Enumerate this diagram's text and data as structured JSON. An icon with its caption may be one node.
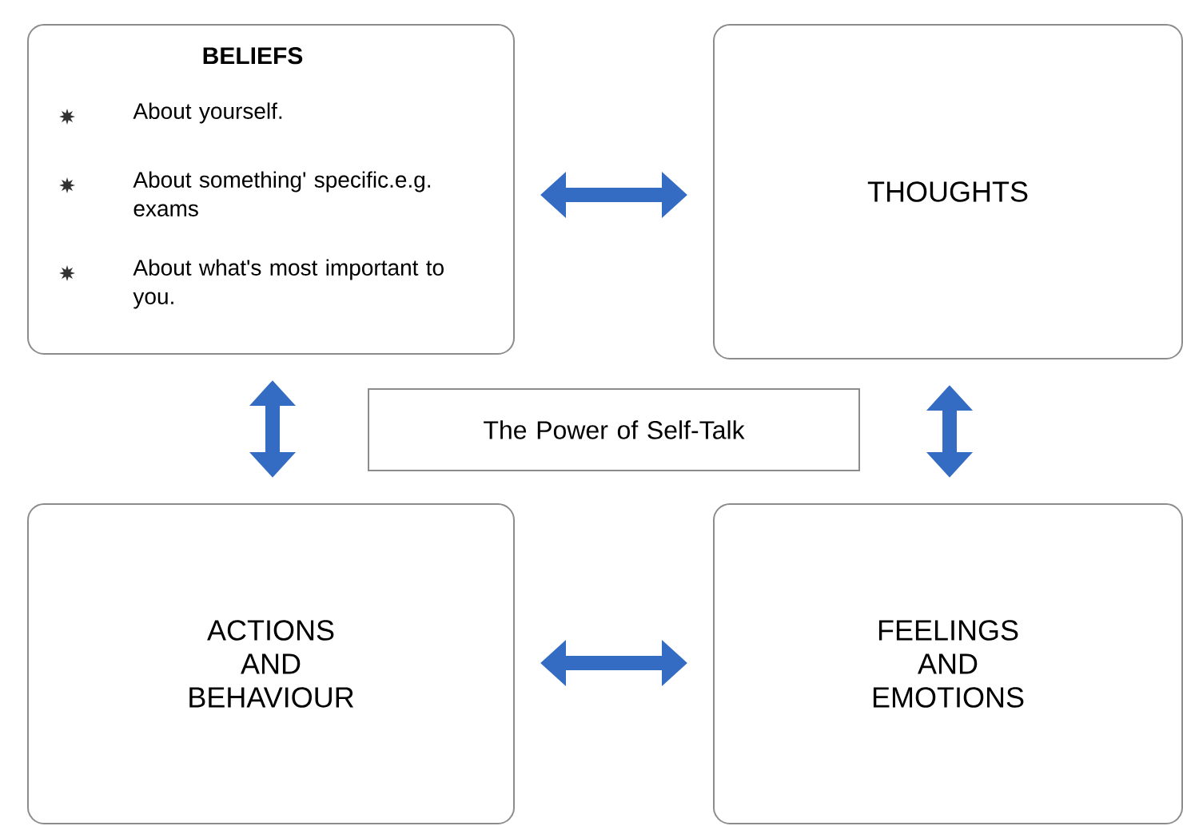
{
  "diagram": {
    "nodes": [
      {
        "text": [
          "BELIEFS",
          "About yourself.",
          "About something' specific.e.g. exams",
          "About what's most important to you."
        ]
      },
      {
        "text": [
          "THOUGHTS"
        ]
      },
      {
        "text": [
          "The Power of Self-Talk"
        ]
      },
      {
        "text": [
          "ACTIONS AND BEHAVIOUR"
        ]
      },
      {
        "text": [
          "FEELINGS AND EMOTIONS"
        ]
      }
    ],
    "edges": [
      {
        "from": 0,
        "to": 1,
        "arrow": "both"
      },
      {
        "from": 0,
        "to": 3,
        "arrow": "both"
      },
      {
        "from": 1,
        "to": 4,
        "arrow": "both"
      },
      {
        "from": 3,
        "to": 4,
        "arrow": "both"
      }
    ]
  }
}
